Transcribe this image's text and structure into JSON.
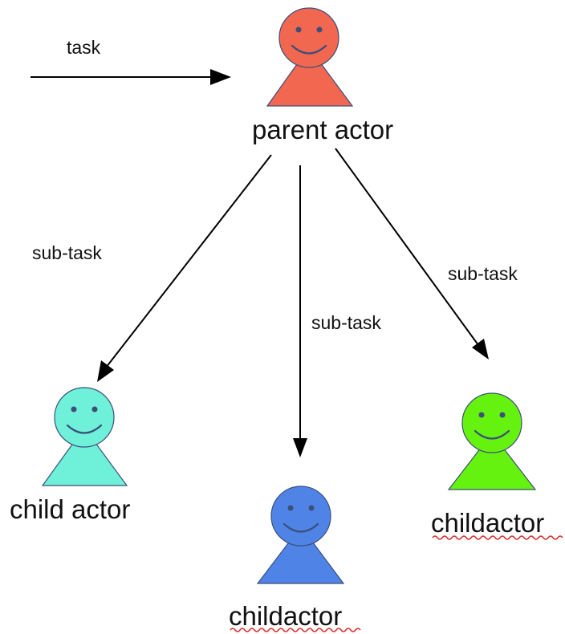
{
  "labels": {
    "task": "task",
    "subtask_left": "sub-task",
    "subtask_middle": "sub-task",
    "subtask_right": "sub-task"
  },
  "actors": {
    "parent": {
      "label": "parent actor",
      "color": "#f2674f"
    },
    "child_left": {
      "label": "child actor",
      "color": "#6ff0d8"
    },
    "child_middle": {
      "label": "childactor",
      "color": "#4f84e6"
    },
    "child_right": {
      "label": "childactor",
      "color": "#66f20f"
    }
  },
  "colors": {
    "outline": "#3b4f7a",
    "arrow": "#000000",
    "spellcheck_underline": "#e03030"
  }
}
